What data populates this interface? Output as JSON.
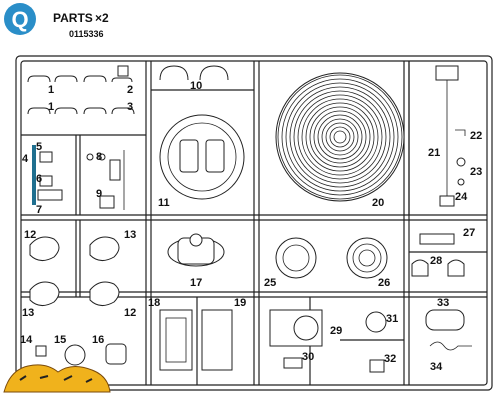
{
  "header": {
    "badge_letter": "Q",
    "title": "PARTS",
    "multiplier": "×2",
    "part_number": "0115336"
  },
  "part_labels": [
    "1",
    "2",
    "1",
    "3",
    "4",
    "5",
    "8",
    "6",
    "9",
    "7",
    "10",
    "11",
    "20",
    "21",
    "22",
    "23",
    "24",
    "12",
    "13",
    "13",
    "12",
    "17",
    "25",
    "26",
    "27",
    "28",
    "18",
    "19",
    "29",
    "31",
    "33",
    "14",
    "15",
    "16",
    "30",
    "32",
    "34"
  ],
  "logo": {
    "description_text": ""
  }
}
